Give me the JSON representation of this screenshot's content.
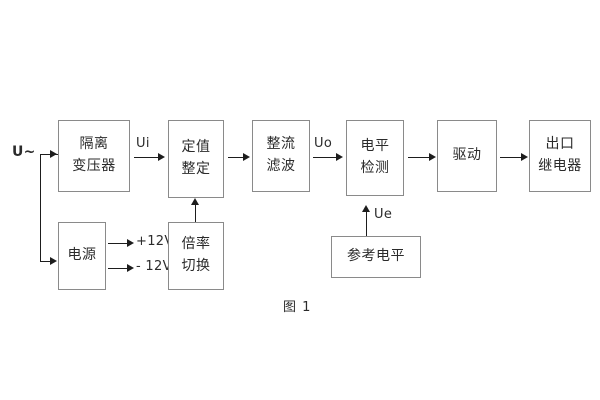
{
  "figure": {
    "caption": "图 1",
    "title": "图 1"
  },
  "blocks": {
    "isolation_transformer": {
      "line1": "隔离",
      "line2": "变压器"
    },
    "setting_value": {
      "line1": "定值",
      "line2": "整定"
    },
    "rectify_filter": {
      "line1": "整流",
      "line2": "滤波"
    },
    "level_detect": {
      "line1": "电平",
      "line2": "检测"
    },
    "driver": {
      "line1": "驱动"
    },
    "output_relay": {
      "line1": "出口",
      "line2": "继电器"
    },
    "power_supply": {
      "line1": "电源"
    },
    "ratio_switch": {
      "line1": "倍率",
      "line2": "切换"
    },
    "reference_level": {
      "line1": "参考电平"
    }
  },
  "signals": {
    "input": "U~",
    "ui": "Ui",
    "uo": "Uo",
    "ue": "Ue",
    "rail_positive": "+12V",
    "rail_negative": "- 12V"
  },
  "colors": {
    "box_border": "#8a8a8a",
    "line": "#1d1d1d",
    "text": "#2b2b2b",
    "background": "#ffffff"
  }
}
